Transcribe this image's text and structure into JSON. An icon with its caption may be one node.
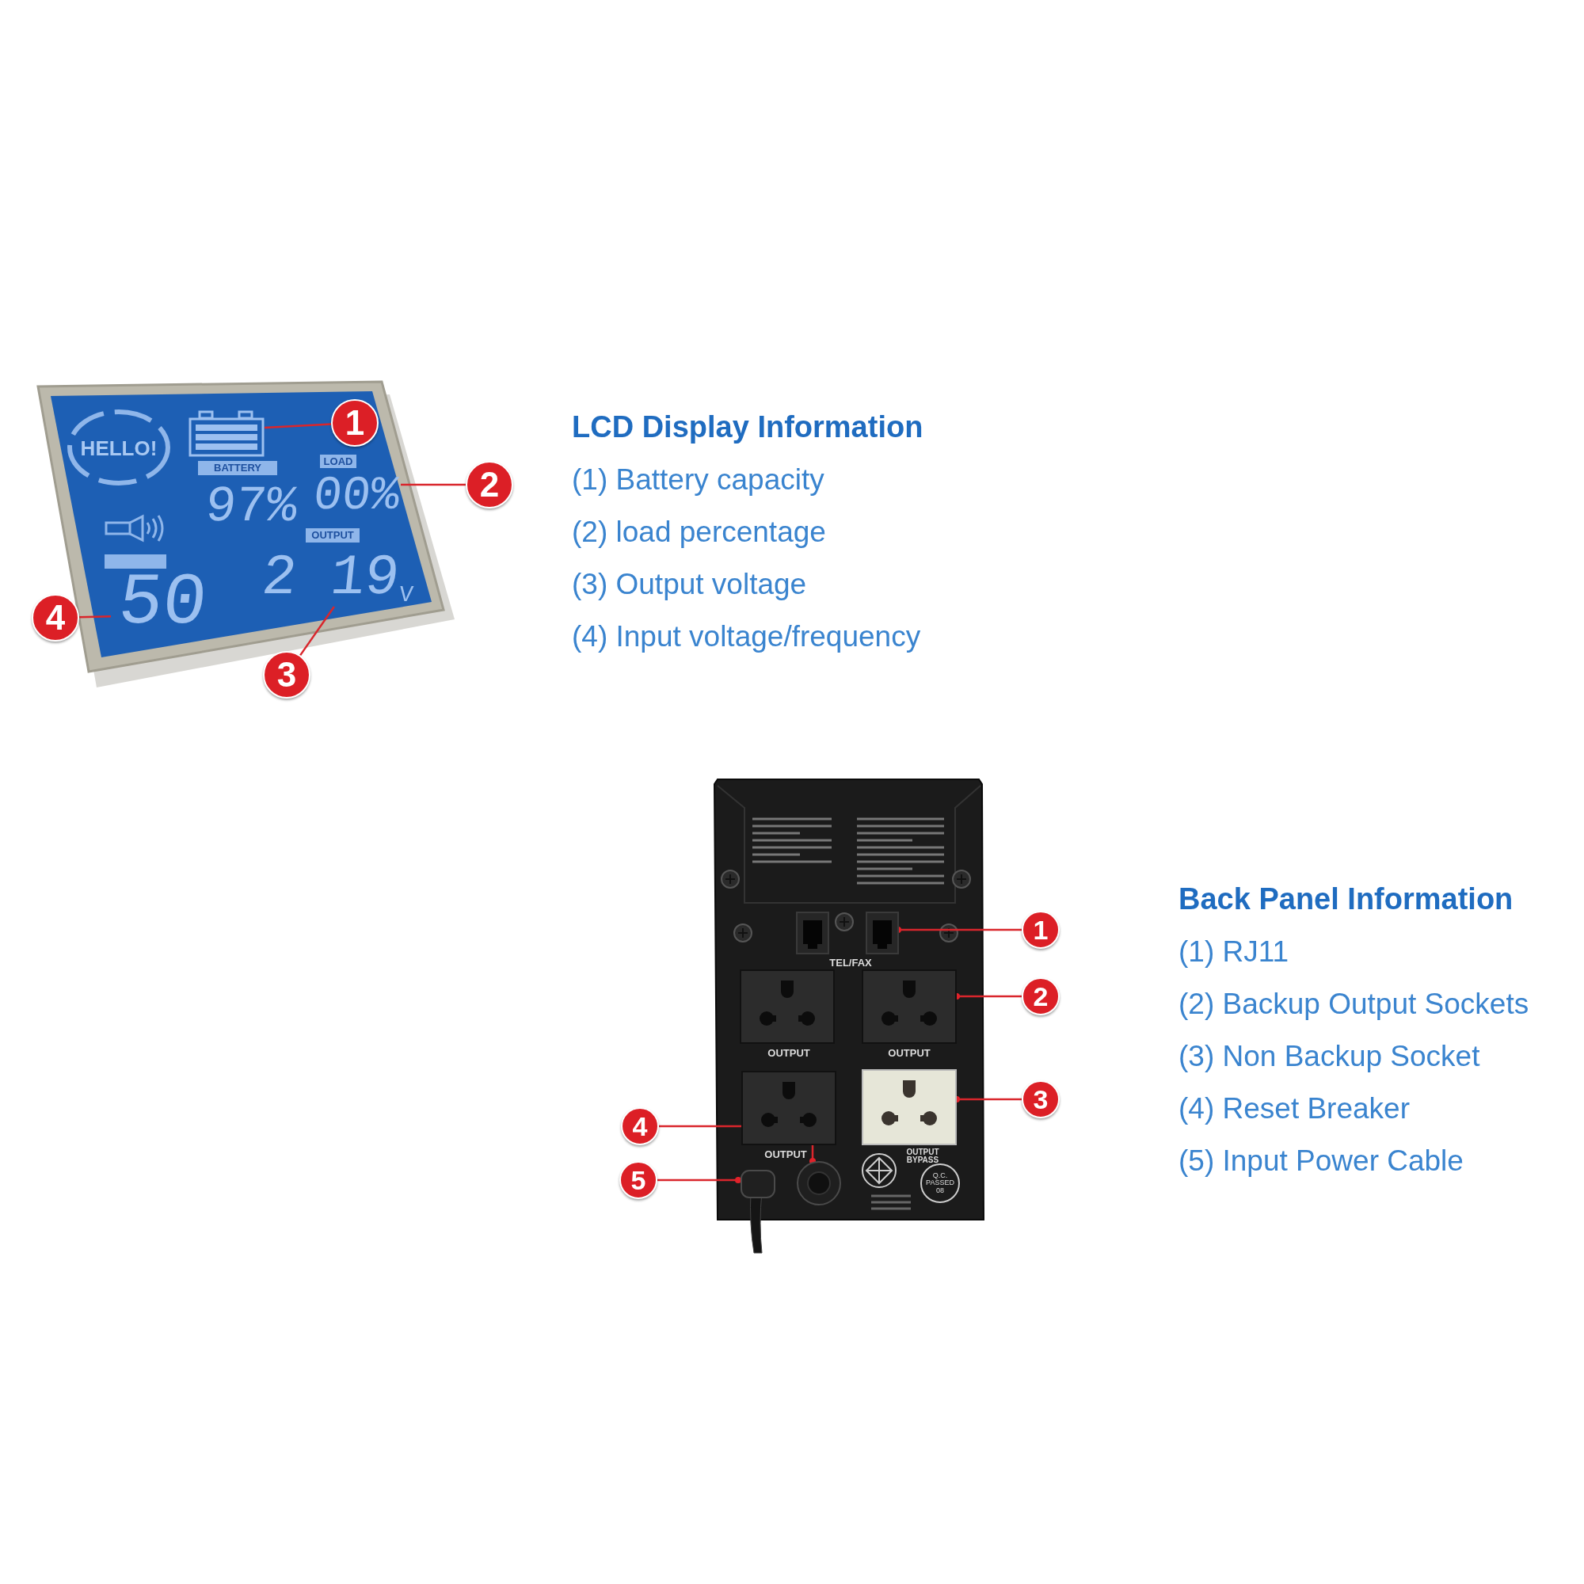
{
  "diagram": {
    "nodes": [
      {
        "text": [
          "1"
        ]
      },
      {
        "text": [],
        "shape": "picture"
      },
      {
        "text": [
          "2"
        ]
      },
      {
        "text": [
          "00%"
        ]
      },
      {
        "text": [
          "4"
        ]
      },
      {
        "text": [
          "50"
        ]
      },
      {
        "text": [
          "3"
        ]
      },
      {
        "text": [
          "2 19",
          "V"
        ]
      },
      {
        "text": [
          "1"
        ]
      },
      {
        "text": [],
        "shape": "picture"
      },
      {
        "text": [
          "2"
        ]
      },
      {
        "text": [],
        "shape": "picture"
      },
      {
        "text": [
          "3"
        ]
      },
      {
        "text": [],
        "shape": "picture"
      },
      {
        "text": [
          "4"
        ]
      },
      {
        "text": [],
        "shape": "picture"
      },
      {
        "text": [
          "5"
        ]
      },
      {
        "text": [],
        "shape": "picture"
      },
      {
        "text": [],
        "shape": "picture"
      },
      {
        "text": [],
        "shape": "picture"
      },
      {
        "text": [],
        "shape": "picture"
      }
    ],
    "edges": [
      {
        "from": 0,
        "to": 1,
        "arrow": "none"
      },
      {
        "from": 2,
        "to": 3,
        "arrow": "none"
      },
      {
        "from": 4,
        "to": 5,
        "arrow": "none"
      },
      {
        "from": 6,
        "to": 7,
        "arrow": "none"
      },
      {
        "from": 8,
        "to": 9,
        "arrow": "other"
      },
      {
        "from": 10,
        "to": 11,
        "arrow": "other"
      },
      {
        "from": 12,
        "to": 13,
        "arrow": "other"
      },
      {
        "from": 14,
        "to": 15,
        "arrow": "other"
      },
      {
        "from": 16,
        "to": 17,
        "arrow": "other"
      }
    ],
    "labels": [
      "HELLO!",
      "BATTERY",
      "LOAD",
      "97%",
      "OUTPUT",
      "LCD Display Information",
      "(1) Battery capacity",
      "(2) load percentage",
      "(3) Output voltage",
      "(4) Input voltage/frequency",
      "TEL/FAX",
      "OUTPUT",
      "OUTPUT",
      "OUTPUT",
      "OUTPUT BYPASS",
      "Q.C. PASSED 08",
      "Back Panel Information",
      "(1) RJ11",
      "(2) Backup Output Sockets",
      "(3) Non Backup Socket",
      "(4) Reset Breaker",
      "(5) Input Power Cable"
    ]
  }
}
